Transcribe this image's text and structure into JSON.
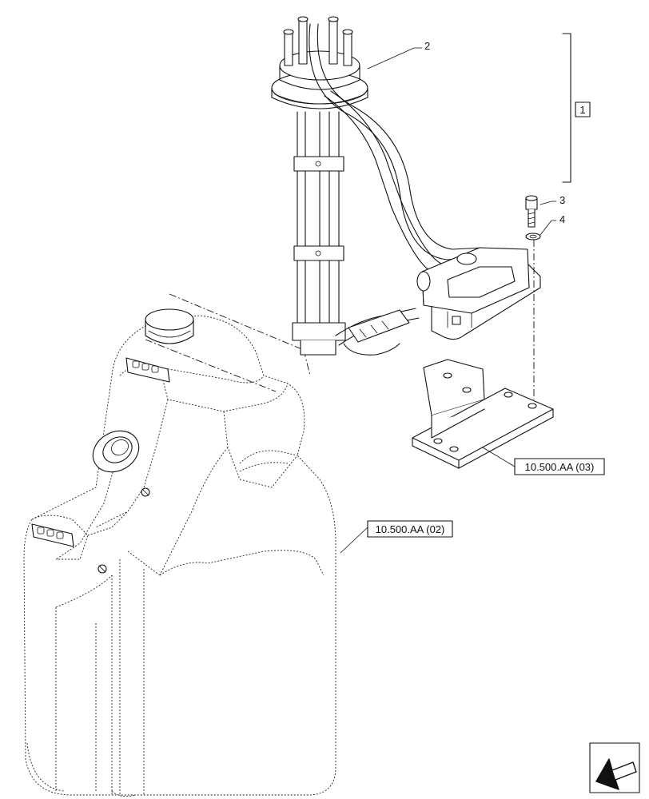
{
  "callouts": {
    "item_1": "1",
    "item_2": "2",
    "item_3": "3",
    "item_4": "4"
  },
  "references": {
    "bracket_ref": "10.500.AA (03)",
    "tank_ref": "10.500.AA (02)"
  },
  "icons": {
    "direction": "arrow-icon"
  },
  "colors": {
    "line": "#111111",
    "background": "#ffffff"
  }
}
